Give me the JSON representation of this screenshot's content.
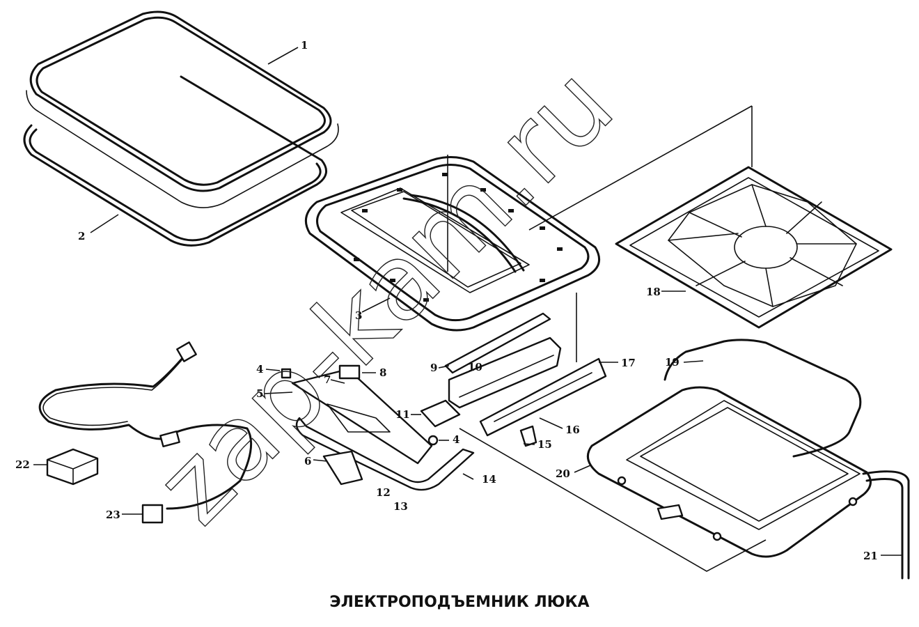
{
  "caption": "ЭЛЕКТРОПОДЪЕМНИК ЛЮКА",
  "watermark": "zap-kam.ru",
  "callouts": [
    "1",
    "2",
    "3",
    "4",
    "5",
    "6",
    "7",
    "8",
    "9",
    "10",
    "11",
    "4",
    "12",
    "13",
    "14",
    "15",
    "16",
    "17",
    "18",
    "19",
    "20",
    "21",
    "22",
    "23"
  ]
}
